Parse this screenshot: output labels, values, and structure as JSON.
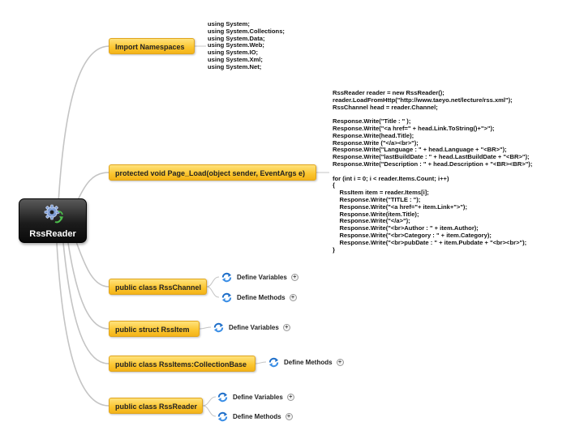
{
  "root": {
    "label": "RssReader",
    "icon": "gear-icon"
  },
  "topics": [
    {
      "label": "Import Namespaces"
    },
    {
      "label": "protected void Page_Load(object sender, EventArgs e)"
    },
    {
      "label": "public class RssChannel"
    },
    {
      "label": "public struct RssItem"
    },
    {
      "label": "public class RssItems:CollectionBase"
    },
    {
      "label": "public class RssReader"
    }
  ],
  "notes": {
    "namespaces": "using System;\nusing System.Collections;\nusing System.Data;\nusing System.Web;\nusing System.IO;\nusing System.Xml;\nusing System.Net;",
    "page_load": "RssReader reader = new RssReader();\nreader.LoadFromHttp(\"http://www.taeyo.net/lecture/rss.xml\");\nRssChannel head = reader.Channel;\n\nResponse.Write(\"Title : \" );\nResponse.Write(\"<a href=\" + head.Link.ToString()+\">\");\nResponse.Write(head.Title);\nResponse.Write (\"</a><br>\");\nResponse.Write(\"Language : \" + head.Language + \"<BR>\");\nResponse.Write(\"lastBuildDate : \" + head.LastBuildDate + \"<BR>\");\nResponse.Write(\"Description : \" + head.Description + \"<BR><BR>\");\n\nfor (int i = 0; i < reader.Items.Count; i++)\n{\n    RssItem item = reader.Items[i];\n    Response.Write(\"TITLE : \");\n    Response.Write(\"<a href=\"+ item.Link+\">\");\n    Response.Write(item.Title);\n    Response.Write(\"</a>\");\n    Response.Write(\"<br>Author : \" + item.Author);\n    Response.Write(\"<br>Category : \" + item.Category);\n    Response.Write(\"<br>pubDate : \" + item.Pubdate + \"<br><br>\");\n}"
  },
  "subtopics": {
    "rsschannel_vars": "Define Variables",
    "rsschannel_methods": "Define Methods",
    "rssitem_vars": "Define Variables",
    "rssitems_methods": "Define Methods",
    "rssreader_vars": "Define Variables",
    "rssreader_methods": "Define Methods"
  },
  "expand_symbol": "+",
  "colors": {
    "topic_fill": "#fbc52e",
    "root_fill": "#1c1c1c",
    "branch_line": "#bdbdbd",
    "refresh_icon": "#1f6fc9"
  }
}
